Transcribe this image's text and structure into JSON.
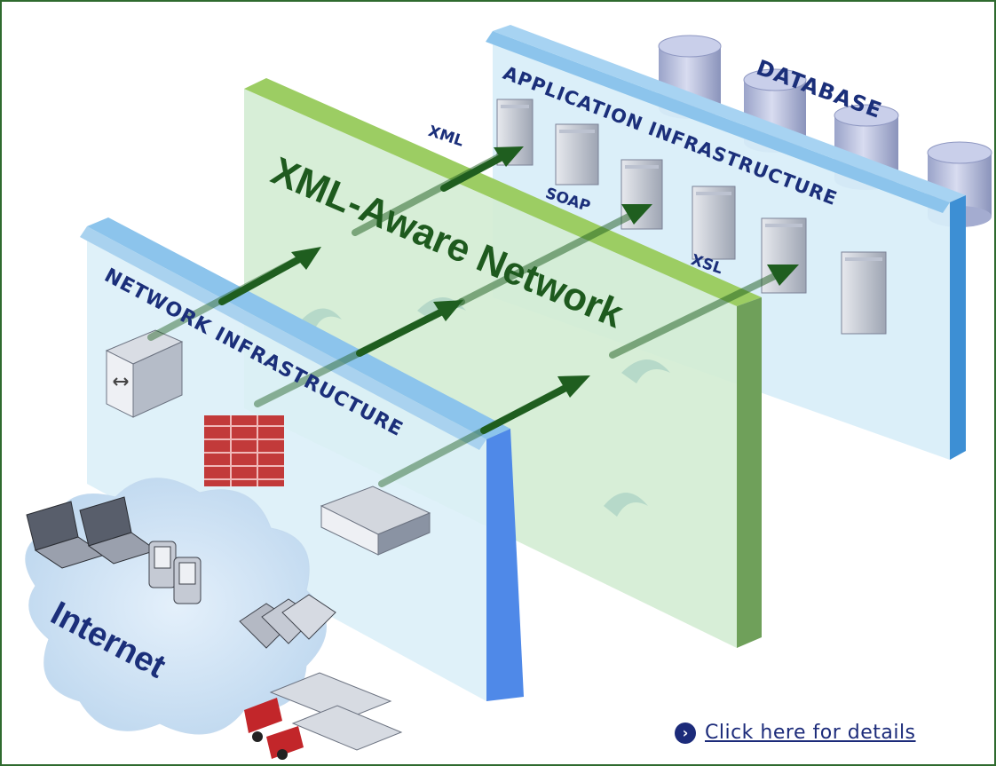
{
  "diagram": {
    "database_label": "DATABASE",
    "application_label": "APPLICATION INFRASTRUCTURE",
    "xml_aware_label": "XML-Aware Network",
    "network_label": "NETWORK INFRASTRUCTURE",
    "xml_label": "XML",
    "soap_label": "SOAP",
    "xsl_label": "XSL",
    "internet_label": "Internet"
  },
  "link": {
    "text": "Click here for details",
    "icon": "chevron-right-circle-icon"
  },
  "colors": {
    "frame_border": "#2f6b2f",
    "panel_blue": "#4fa3e0",
    "panel_green": "#79b83a",
    "arrow_green": "#1f5e1f",
    "label_navy": "#1b2f7a"
  }
}
